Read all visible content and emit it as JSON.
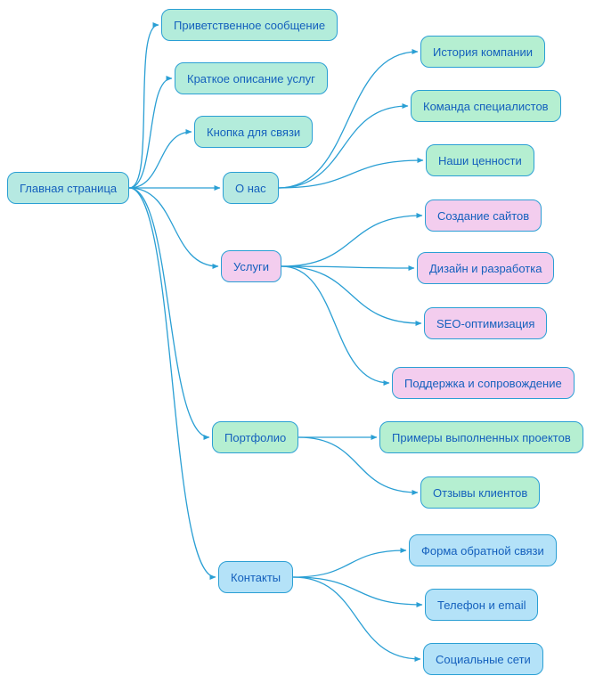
{
  "colors": {
    "edge": "#2a9fd4",
    "node_border": "#2a9fd4",
    "node_text": "#1460bd",
    "fill_cyan": "#b6e9e2",
    "fill_teal": "#b3ecdb",
    "fill_mint": "#b5efd1",
    "fill_pink": "#f3cdee",
    "fill_blue": "#b4e2f8"
  },
  "nodes": {
    "home": {
      "label": "Главная страница"
    },
    "welcome": {
      "label": "Приветственное сообщение"
    },
    "brief": {
      "label": "Краткое описание услуг"
    },
    "contact_btn": {
      "label": "Кнопка для связи"
    },
    "about": {
      "label": "О нас"
    },
    "history": {
      "label": "История компании"
    },
    "team": {
      "label": "Команда специалистов"
    },
    "values": {
      "label": "Наши ценности"
    },
    "services": {
      "label": "Услуги"
    },
    "sites": {
      "label": "Создание сайтов"
    },
    "design": {
      "label": "Дизайн и разработка"
    },
    "seo": {
      "label": "SEO-оптимизация"
    },
    "support": {
      "label": "Поддержка и сопровождение"
    },
    "portfolio": {
      "label": "Портфолио"
    },
    "examples": {
      "label": "Примеры выполненных проектов"
    },
    "reviews": {
      "label": "Отзывы клиентов"
    },
    "contacts": {
      "label": "Контакты"
    },
    "form": {
      "label": "Форма обратной связи"
    },
    "phone": {
      "label": "Телефон и email"
    },
    "social": {
      "label": "Социальные сети"
    }
  },
  "edges": [
    {
      "from": "home",
      "to": "welcome"
    },
    {
      "from": "home",
      "to": "brief"
    },
    {
      "from": "home",
      "to": "contact_btn"
    },
    {
      "from": "home",
      "to": "about"
    },
    {
      "from": "home",
      "to": "services"
    },
    {
      "from": "home",
      "to": "portfolio"
    },
    {
      "from": "home",
      "to": "contacts"
    },
    {
      "from": "about",
      "to": "history"
    },
    {
      "from": "about",
      "to": "team"
    },
    {
      "from": "about",
      "to": "values"
    },
    {
      "from": "services",
      "to": "sites"
    },
    {
      "from": "services",
      "to": "design"
    },
    {
      "from": "services",
      "to": "seo"
    },
    {
      "from": "services",
      "to": "support"
    },
    {
      "from": "portfolio",
      "to": "examples"
    },
    {
      "from": "portfolio",
      "to": "reviews"
    },
    {
      "from": "contacts",
      "to": "form"
    },
    {
      "from": "contacts",
      "to": "phone"
    },
    {
      "from": "contacts",
      "to": "social"
    }
  ]
}
